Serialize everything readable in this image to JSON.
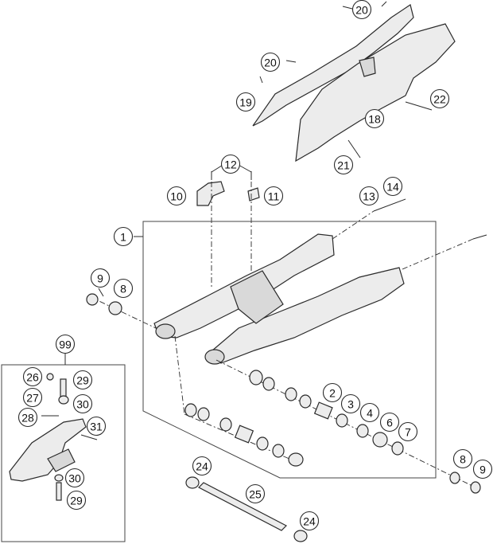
{
  "callouts": [
    {
      "id": "c20a",
      "label": "20"
    },
    {
      "id": "c20b",
      "label": "20"
    },
    {
      "id": "c19",
      "label": "19"
    },
    {
      "id": "c22",
      "label": "22"
    },
    {
      "id": "c18",
      "label": "18"
    },
    {
      "id": "c21",
      "label": "21"
    },
    {
      "id": "c12",
      "label": "12"
    },
    {
      "id": "c10",
      "label": "10"
    },
    {
      "id": "c11",
      "label": "11"
    },
    {
      "id": "c13",
      "label": "13"
    },
    {
      "id": "c14",
      "label": "14"
    },
    {
      "id": "c1",
      "label": "1"
    },
    {
      "id": "c9a",
      "label": "9"
    },
    {
      "id": "c8a",
      "label": "8"
    },
    {
      "id": "c99",
      "label": "99"
    },
    {
      "id": "c26",
      "label": "26"
    },
    {
      "id": "c29a",
      "label": "29"
    },
    {
      "id": "c27",
      "label": "27"
    },
    {
      "id": "c30a",
      "label": "30"
    },
    {
      "id": "c28",
      "label": "28"
    },
    {
      "id": "c31",
      "label": "31"
    },
    {
      "id": "c30b",
      "label": "30"
    },
    {
      "id": "c29b",
      "label": "29"
    },
    {
      "id": "c2",
      "label": "2"
    },
    {
      "id": "c3",
      "label": "3"
    },
    {
      "id": "c4",
      "label": "4"
    },
    {
      "id": "c6",
      "label": "6"
    },
    {
      "id": "c7",
      "label": "7"
    },
    {
      "id": "c8b",
      "label": "8"
    },
    {
      "id": "c9b",
      "label": "9"
    },
    {
      "id": "c24a",
      "label": "24"
    },
    {
      "id": "c25",
      "label": "25"
    },
    {
      "id": "c24b",
      "label": "24"
    }
  ]
}
